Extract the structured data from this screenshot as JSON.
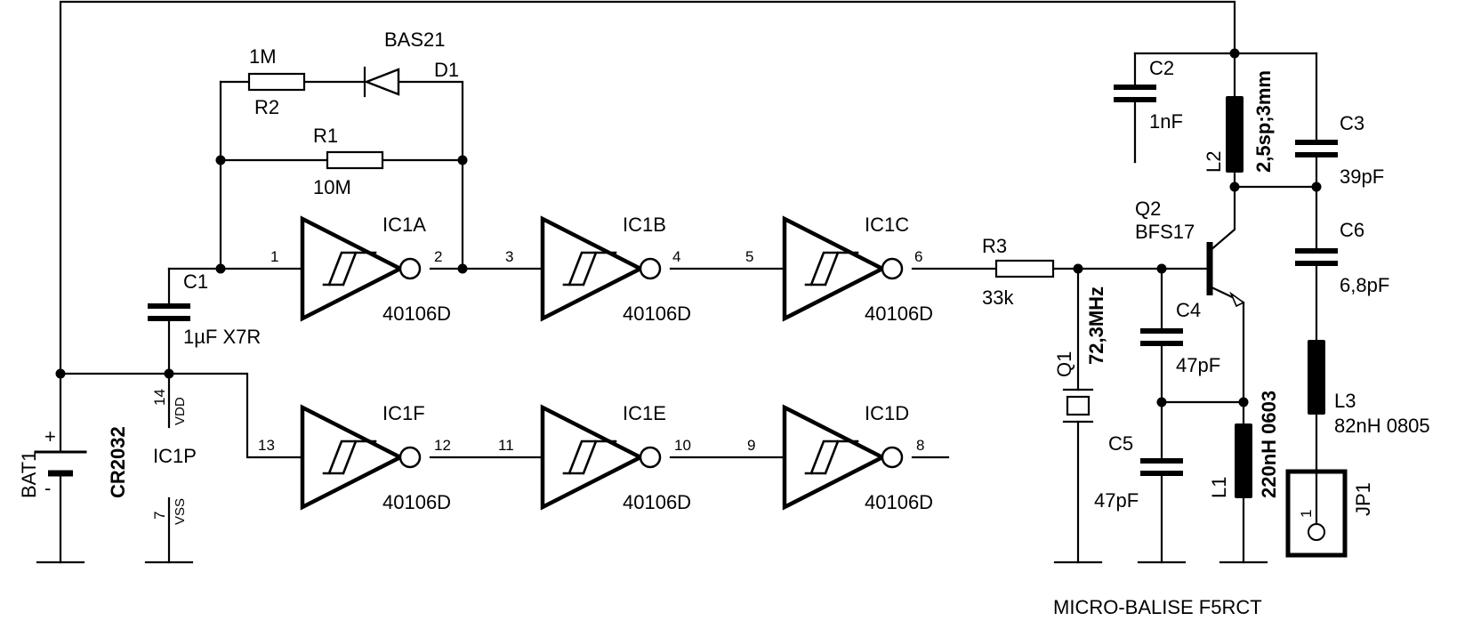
{
  "title": "MICRO-BALISE F5RCT",
  "components": {
    "R2": {
      "ref": "R2",
      "value": "1M"
    },
    "D1": {
      "ref": "D1",
      "value": "BAS21"
    },
    "R1": {
      "ref": "R1",
      "value": "10M"
    },
    "C1": {
      "ref": "C1",
      "value": "1µF X7R"
    },
    "IC1A": {
      "ref": "IC1A",
      "part": "40106D",
      "pin_in": "1",
      "pin_out": "2"
    },
    "IC1B": {
      "ref": "IC1B",
      "part": "40106D",
      "pin_in": "3",
      "pin_out": "4"
    },
    "IC1C": {
      "ref": "IC1C",
      "part": "40106D",
      "pin_in": "5",
      "pin_out": "6"
    },
    "IC1F": {
      "ref": "IC1F",
      "part": "40106D",
      "pin_in": "13",
      "pin_out": "12"
    },
    "IC1E": {
      "ref": "IC1E",
      "part": "40106D",
      "pin_in": "11",
      "pin_out": "10"
    },
    "IC1D": {
      "ref": "IC1D",
      "part": "40106D",
      "pin_in": "9",
      "pin_out": "8"
    },
    "IC1P": {
      "ref": "IC1P",
      "pin_vdd": "14",
      "vdd": "VDD",
      "pin_vss": "7",
      "vss": "VSS"
    },
    "BAT1": {
      "ref": "BAT1",
      "value": "CR2032",
      "plus": "+",
      "minus": "-"
    },
    "R3": {
      "ref": "R3",
      "value": "33k"
    },
    "Q1": {
      "ref": "Q1",
      "value": "72,3MHz"
    },
    "Q2": {
      "ref": "Q2",
      "value": "BFS17"
    },
    "C4": {
      "ref": "C4",
      "value": "47pF"
    },
    "C5": {
      "ref": "C5",
      "value": "47pF"
    },
    "L1": {
      "ref": "L1",
      "value": "220nH 0603"
    },
    "C2": {
      "ref": "C2",
      "value": "1nF"
    },
    "L2": {
      "ref": "L2",
      "value": "2,5sp;3mm"
    },
    "C3": {
      "ref": "C3",
      "value": "39pF"
    },
    "C6": {
      "ref": "C6",
      "value": "6,8pF"
    },
    "L3": {
      "ref": "L3",
      "value": "82nH 0805"
    },
    "JP1": {
      "ref": "JP1",
      "pin": "1"
    }
  }
}
